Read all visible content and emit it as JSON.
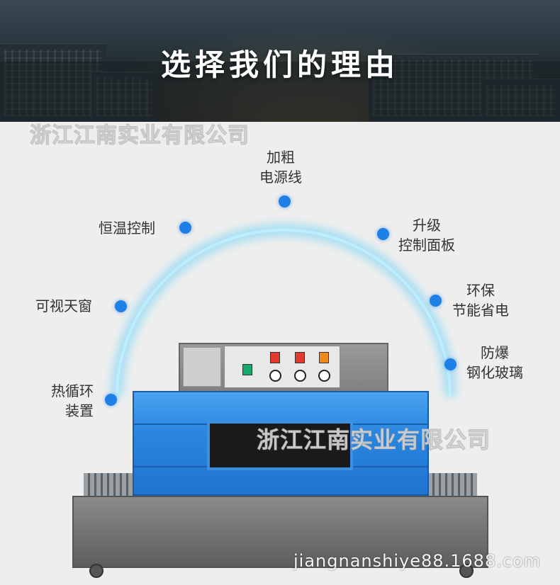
{
  "banner": {
    "title": "选择我们的理由"
  },
  "watermarks": {
    "company": "浙江江南实业有限公司"
  },
  "features": {
    "power_cord": [
      "加粗",
      "电源线"
    ],
    "temp_control": "恒温控制",
    "control_panel": [
      "升级",
      "控制面板"
    ],
    "sky_window": "可视天窗",
    "eco": [
      "环保",
      "节能省电"
    ],
    "glass": [
      "防爆",
      "钢化玻璃"
    ],
    "circulation": [
      "热循环",
      "装置"
    ]
  },
  "footer": {
    "url": "jiangnanshiye88.1688.com"
  },
  "colors": {
    "accent": "#1e7fe6",
    "arc_glow": "#6fd2f5"
  }
}
